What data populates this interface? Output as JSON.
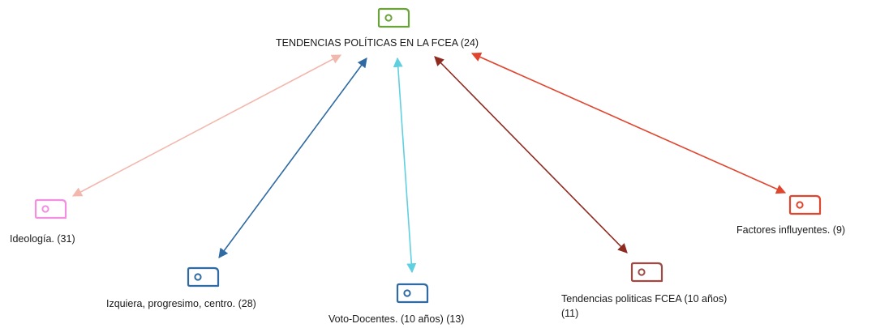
{
  "diagram": {
    "center": {
      "label": "TENDENCIAS POLÍTICAS EN LA FCEA (24)",
      "color": "#6aa33a",
      "icon": "code-tag-icon"
    },
    "nodes": [
      {
        "id": "ideologia",
        "label": "Ideología. (31)",
        "color": "#f28fe0",
        "edge_color": "#f2b8ae",
        "icon": "code-tag-icon"
      },
      {
        "id": "izquierda",
        "label": "Izquiera, progresimo, centro. (28)",
        "color": "#2f6aa3",
        "edge_color": "#2f6aa3",
        "icon": "code-tag-icon"
      },
      {
        "id": "voto",
        "label": "Voto-Docentes. (10 años) (13)",
        "color": "#2f6aa3",
        "edge_color": "#5fd0df",
        "icon": "code-tag-icon"
      },
      {
        "id": "tendencias",
        "label": "Tendencias politicas FCEA (10 años) (11)",
        "color": "#9b4a44",
        "edge_color": "#8e2a20",
        "icon": "code-tag-icon"
      },
      {
        "id": "factores",
        "label": "Factores influyentes. (9)",
        "color": "#e0452e",
        "edge_color": "#e0452e",
        "icon": "code-tag-icon"
      }
    ]
  }
}
